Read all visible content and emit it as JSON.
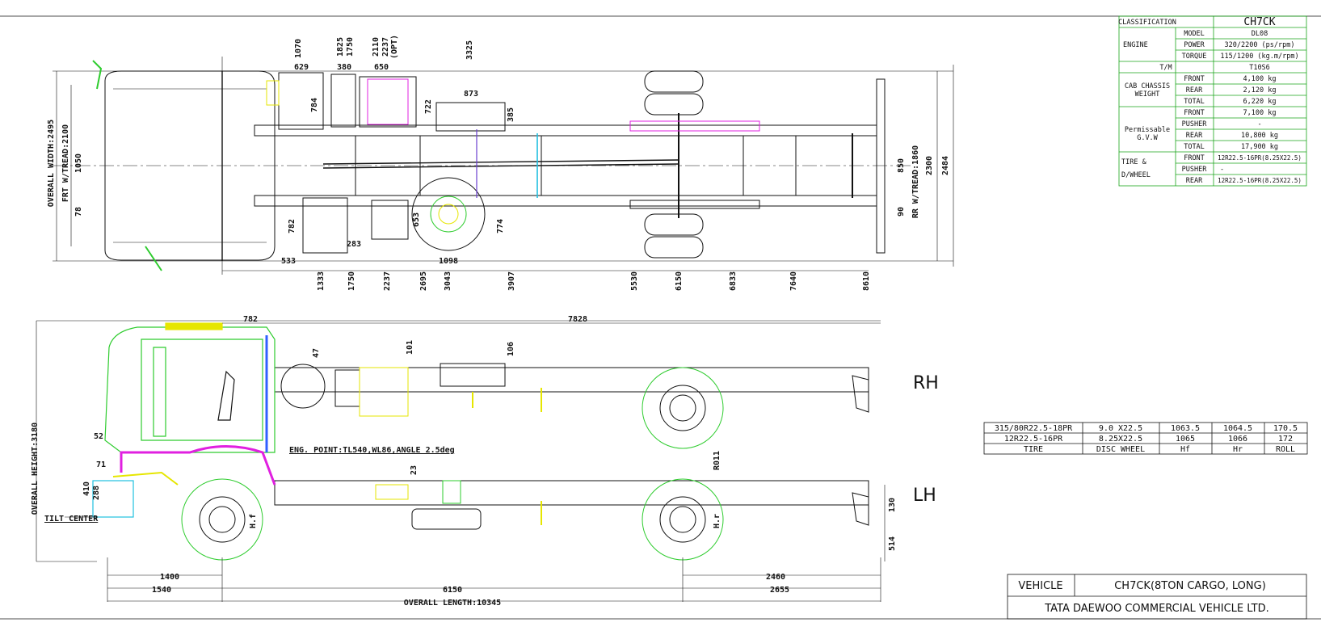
{
  "spec_table": {
    "classification_label": "CLASSIFICATION",
    "classification_value": "CH7CK",
    "engine_label": "ENGINE",
    "model_label": "MODEL",
    "model_value": "DL08",
    "power_label": "POWER",
    "power_value": "320/2200 (ps/rpm)",
    "torque_label": "TORQUE",
    "torque_value": "115/1200 (kg.m/rpm)",
    "tm_label": "T/M",
    "tm_value": "T10S6",
    "cab_weight_label_1": "CAB CHASSIS",
    "cab_weight_label_2": "WEIGHT",
    "front_label": "FRONT",
    "rear_label": "REAR",
    "total_label": "TOTAL",
    "pusher_label": "PUSHER",
    "cab_front": "4,100 kg",
    "cab_rear": "2,120 kg",
    "cab_total": "6,220 kg",
    "gvw_label_1": "Permissable",
    "gvw_label_2": "G.V.W",
    "gvw_front": "7,100 kg",
    "gvw_pusher": "-",
    "gvw_rear": "10,800 kg",
    "gvw_total": "17,900 kg",
    "tire_label_1": "TIRE &",
    "tire_label_2": "D/WHEEL",
    "tire_front": "12R22.5-16PR(8.25X22.5)",
    "tire_pusher": "-",
    "tire_rear": "12R22.5-16PR(8.25X22.5)"
  },
  "tire_table": {
    "rows": [
      [
        "315/80R22.5-18PR",
        "9.0 X22.5",
        "1063.5",
        "1064.5",
        "170.5"
      ],
      [
        "12R22.5-16PR",
        "8.25X22.5",
        "1065",
        "1066",
        "172"
      ]
    ],
    "header": [
      "TIRE",
      "DISC WHEEL",
      "Hf",
      "Hr",
      "ROLL"
    ]
  },
  "title_block": {
    "vehicle_label": "VEHICLE",
    "vehicle_value": "CH7CK(8TON CARGO, LONG)",
    "company": "TATA DAEWOO COMMERCIAL VEHICLE LTD."
  },
  "side_labels": {
    "rh": "RH",
    "lh": "LH"
  },
  "top_view": {
    "top_dims": [
      "1070",
      "1825",
      "1750",
      "2110",
      "2237",
      "(OPT)",
      "3325"
    ],
    "upper_dims": [
      "629",
      "380",
      "650",
      "873",
      "784",
      "722",
      "385"
    ],
    "left_dims": [
      "OVERALL WIDTH:2495",
      "FRT W/TREAD:2100",
      "1050",
      "78"
    ],
    "right_dims": [
      "850",
      "2300",
      "2484",
      "90",
      "RR W/TREAD:1860"
    ],
    "lower_dims": [
      "782",
      "283",
      "653",
      "774",
      "533",
      "1098"
    ],
    "bottom_dims": [
      "1333",
      "1750",
      "2237",
      "2695",
      "3043",
      "3907",
      "5530",
      "6150",
      "6833",
      "7640",
      "8610"
    ]
  },
  "side_view": {
    "top_dims": [
      "782",
      "7828",
      "47",
      "101",
      "106"
    ],
    "height_dims": [
      "OVERALL HEIGHT:3180",
      "52",
      "71",
      "410",
      "288",
      "23",
      "130",
      "514"
    ],
    "axle_labels": [
      "H.f",
      "H.r",
      "R011"
    ],
    "engine_point": "ENG. POINT:TL540,WL86,ANGLE 2.5deg",
    "tilt_center": "TILT CENTER",
    "bottom_dims": [
      "1400",
      "2460",
      "1540",
      "6150",
      "2655",
      "OVERALL LENGTH:10345"
    ]
  },
  "colors": {
    "line": "#111111",
    "cab": "#2ecc2e",
    "magenta": "#e020e0",
    "yellow": "#e6e600",
    "cyan": "#20c0e0",
    "blue": "#3060ff",
    "spec_border": "#1aa51a"
  }
}
